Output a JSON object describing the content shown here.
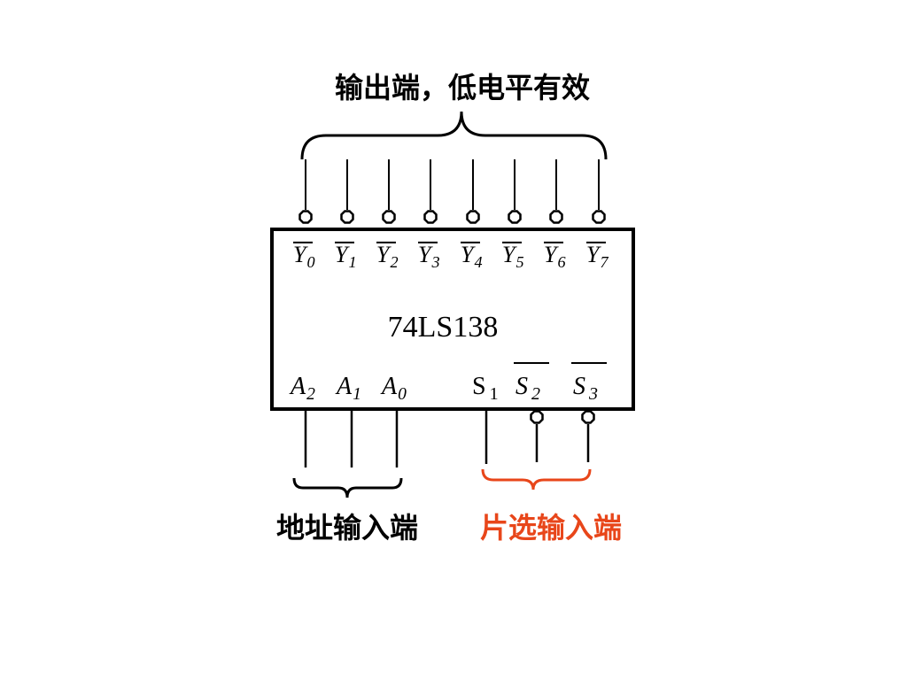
{
  "title_top": "输出端，低电平有效",
  "chip_name": "74LS138",
  "outputs": [
    {
      "letter": "Y",
      "sub": "0"
    },
    {
      "letter": "Y",
      "sub": "1"
    },
    {
      "letter": "Y",
      "sub": "2"
    },
    {
      "letter": "Y",
      "sub": "3"
    },
    {
      "letter": "Y",
      "sub": "4"
    },
    {
      "letter": "Y",
      "sub": "5"
    },
    {
      "letter": "Y",
      "sub": "6"
    },
    {
      "letter": "Y",
      "sub": "7"
    }
  ],
  "address_inputs": [
    {
      "letter": "A",
      "sub": "2"
    },
    {
      "letter": "A",
      "sub": "1"
    },
    {
      "letter": "A",
      "sub": "0"
    }
  ],
  "select_inputs": [
    {
      "letter": "S",
      "sub": "1",
      "active_low": false
    },
    {
      "letter": "S",
      "sub": "2",
      "active_low": true
    },
    {
      "letter": "S",
      "sub": "3",
      "active_low": true
    }
  ],
  "label_address": "地址输入端",
  "label_select": "片选输入端",
  "colors": {
    "stroke": "#000000",
    "text": "#000000",
    "accent": "#e8461a",
    "background": "#ffffff"
  }
}
